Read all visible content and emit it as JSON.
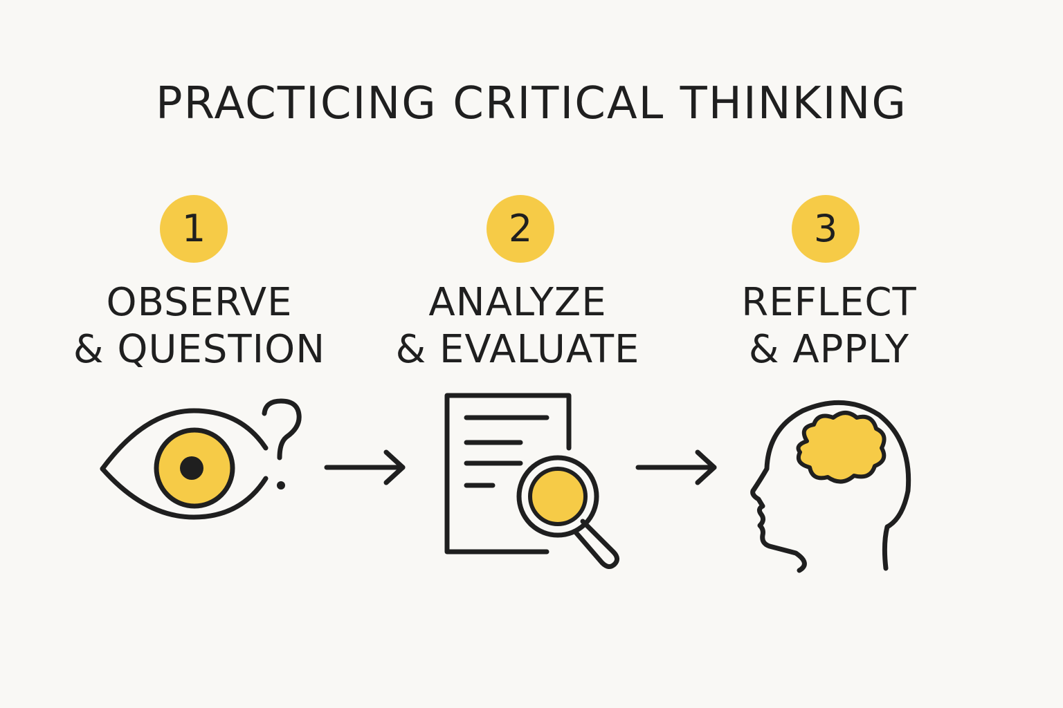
{
  "title": "PRACTICING CRITICAL THINKING",
  "colors": {
    "background": "#f9f8f5",
    "accent": "#f6cb47",
    "ink": "#1f1f1f"
  },
  "steps": [
    {
      "number": "1",
      "line1": "OBSERVE",
      "line2": "& QUESTION",
      "icon": "eye-with-question-mark-icon"
    },
    {
      "number": "2",
      "line1": "ANALYZE",
      "line2": "& EVALUATE",
      "icon": "document-with-magnifier-icon"
    },
    {
      "number": "3",
      "line1": "REFLECT",
      "line2": "& APPLY",
      "icon": "head-with-brain-icon"
    }
  ],
  "connectors": [
    {
      "icon": "right-arrow-icon"
    },
    {
      "icon": "right-arrow-icon"
    }
  ]
}
